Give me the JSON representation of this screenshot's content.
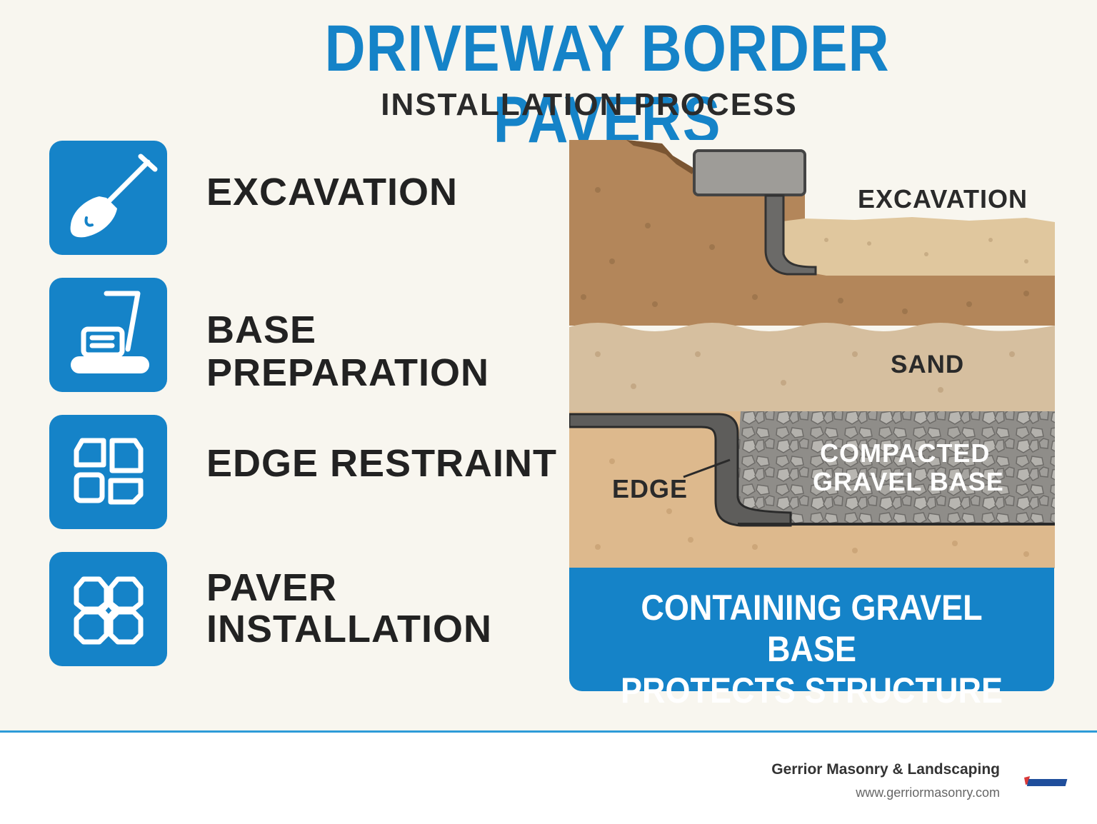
{
  "header": {
    "title": "DRIVEWAY BORDER PAVERS",
    "subtitle": "INSTALLATION PROCESS"
  },
  "steps": [
    {
      "label": "EXCAVATION",
      "icon": "shovel-icon"
    },
    {
      "label": "BASE PREPARATION",
      "icon": "plate-compactor-icon"
    },
    {
      "label": "EDGE RESTRAINT",
      "icon": "edge-blocks-icon"
    },
    {
      "label_line1": "PAVER",
      "label_line2": "INSTALLATION",
      "icon": "paver-pattern-icon"
    }
  ],
  "diagram": {
    "labels": {
      "excavation": "EXCAVATION",
      "sand": "SAND",
      "gravel_line1": "COMPACTED",
      "gravel_line2": "GRAVEL BASE",
      "edge": "EDGE"
    }
  },
  "banner": {
    "line1": "CONTAINING GRAVEL BASE",
    "line2": "PROTECTS STRUCTURE"
  },
  "footer": {
    "company": "Gerrior Masonry & Landscaping",
    "website": "www.gerriormasonry.com"
  },
  "colors": {
    "accent": "#1583c8",
    "background": "#f8f6ef",
    "soil": "#b98a5a",
    "sand": "#d8bf9e",
    "gravel": "#8e8c88",
    "edge_restraint": "#555555"
  }
}
